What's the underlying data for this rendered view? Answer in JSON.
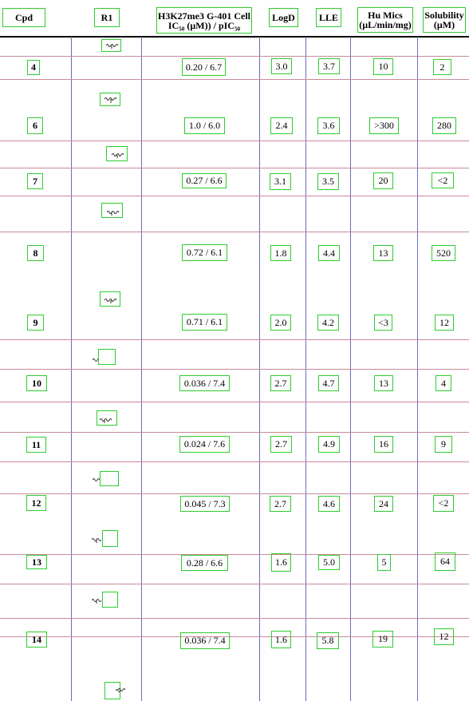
{
  "headers": {
    "cpd": "Cpd",
    "r1": "R1",
    "ic50_line1": "H3K27me3 G-401 Cell",
    "ic50_line2": "IC₅₀ (µM)) / pIC₅₀",
    "logd": "LogD",
    "lle": "LLE",
    "humics_line1": "Hu Mics",
    "humics_line2": "(µL/min/mg)",
    "sol_line1": "Solubility",
    "sol_line2": "(µM)"
  },
  "rows": [
    {
      "cpd": "4",
      "ic50": "0.20 / 6.7",
      "logd": "3.0",
      "lle": "3.7",
      "humics": "10",
      "sol": "2"
    },
    {
      "cpd": "6",
      "ic50": "1.0 / 6.0",
      "logd": "2.4",
      "lle": "3.6",
      "humics": ">300",
      "sol": "280"
    },
    {
      "cpd": "7",
      "ic50": "0.27 / 6.6",
      "logd": "3.1",
      "lle": "3.5",
      "humics": "20",
      "sol": "<2"
    },
    {
      "cpd": "8",
      "ic50": "0.72 / 6.1",
      "logd": "1.8",
      "lle": "4.4",
      "humics": "13",
      "sol": "520"
    },
    {
      "cpd": "9",
      "ic50": "0.71 / 6.1",
      "logd": "2.0",
      "lle": "4.2",
      "humics": "<3",
      "sol": "12"
    },
    {
      "cpd": "10",
      "ic50": "0.036 / 7.4",
      "logd": "2.7",
      "lle": "4.7",
      "humics": "13",
      "sol": "4"
    },
    {
      "cpd": "11",
      "ic50": "0.024 / 7.6",
      "logd": "2.7",
      "lle": "4.9",
      "humics": "16",
      "sol": "9"
    },
    {
      "cpd": "12",
      "ic50": "0.045 / 7.3",
      "logd": "2.7",
      "lle": "4.6",
      "humics": "24",
      "sol": "<2"
    },
    {
      "cpd": "13",
      "ic50": "0.28 / 6.6",
      "logd": "1.6",
      "lle": "5.0",
      "humics": "5",
      "sol": "64"
    },
    {
      "cpd": "14",
      "ic50": "0.036 / 7.4",
      "logd": "1.6",
      "lle": "5.8",
      "humics": "19",
      "sol": "12"
    }
  ],
  "colors": {
    "box_outline": "#2ecc2e",
    "column_line": "#6b6bbf",
    "row_line": "#c78a9a",
    "header_rule": "#000000"
  },
  "r1_structures": [
    "structure-image-1",
    "structure-image-2",
    "structure-image-3",
    "structure-image-4",
    "structure-image-5",
    "structure-image-6",
    "structure-image-7",
    "structure-image-8",
    "structure-image-9",
    "structure-image-10",
    "structure-image-11"
  ]
}
